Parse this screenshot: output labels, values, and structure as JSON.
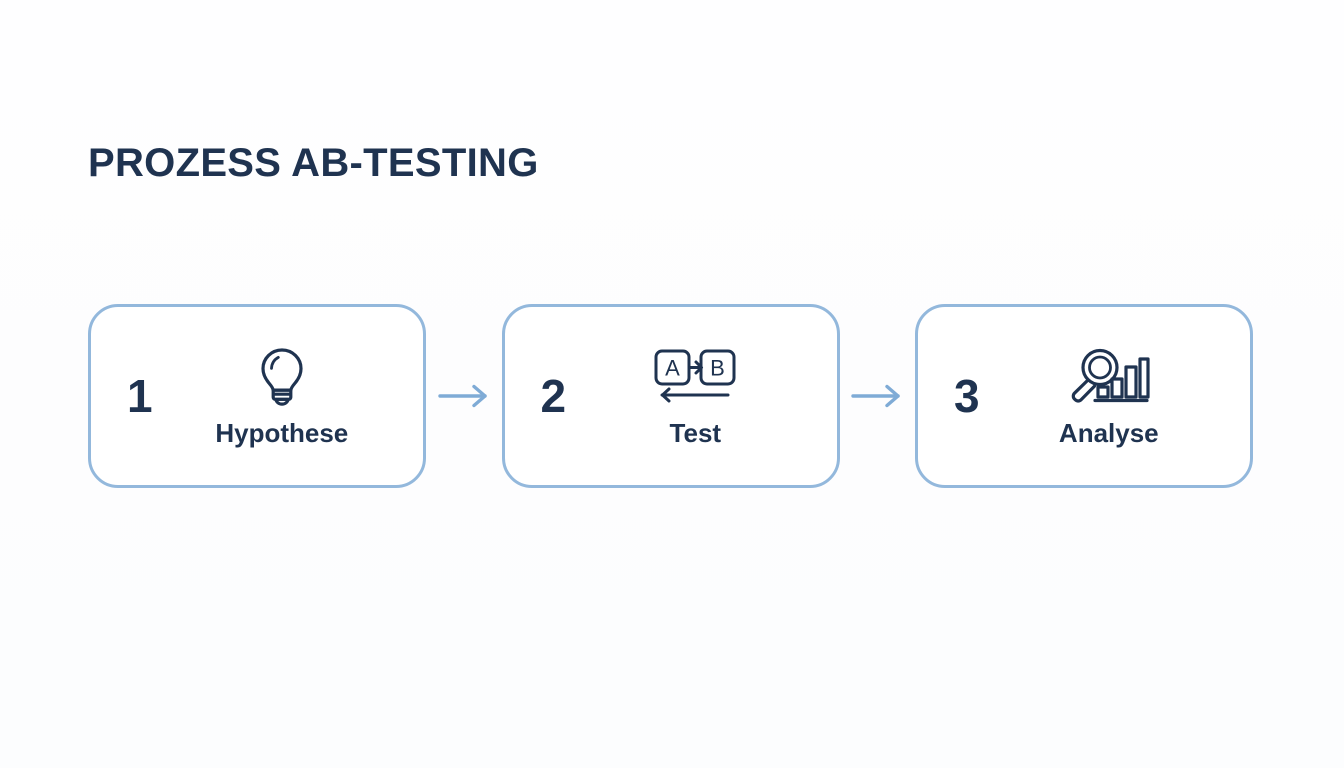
{
  "page": {
    "title": "PROZESS AB-TESTING",
    "background_color": "#fdfdfe",
    "accent_color": "#93b8dc",
    "text_color": "#1f3350",
    "arrow_color": "#7fabd6"
  },
  "flow": {
    "steps": [
      {
        "number": "1",
        "label": "Hypothese",
        "icon": "lightbulb-icon"
      },
      {
        "number": "2",
        "label": "Test",
        "icon": "ab-test-icon",
        "icon_labels": {
          "a": "A",
          "b": "B"
        }
      },
      {
        "number": "3",
        "label": "Analyse",
        "icon": "magnifier-bar-chart-icon"
      }
    ],
    "connectors": [
      {
        "icon": "arrow-right-icon"
      },
      {
        "icon": "arrow-right-icon"
      }
    ]
  }
}
